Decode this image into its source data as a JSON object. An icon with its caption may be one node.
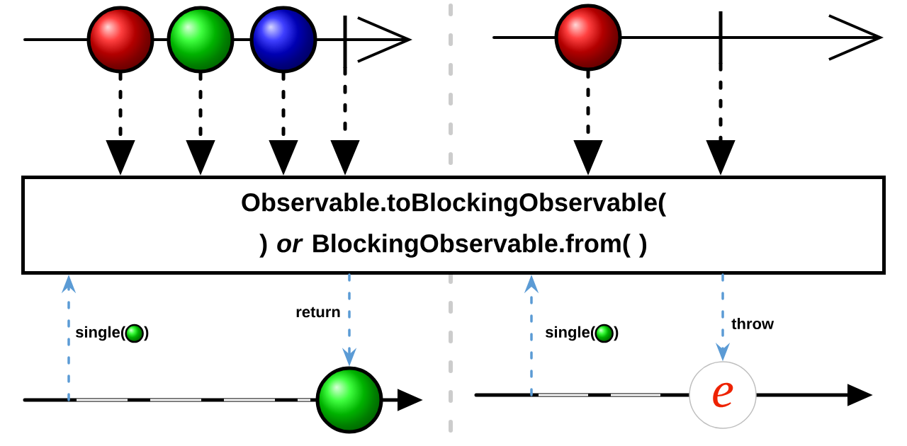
{
  "diagram": {
    "nodes": [
      {
        "text": [],
        "shape": "circle"
      },
      {
        "text": [],
        "shape": "circle"
      },
      {
        "text": [],
        "shape": "circle"
      },
      {
        "text": [],
        "shape": "bar"
      },
      {
        "text": [],
        "shape": "circle"
      },
      {
        "text": [],
        "shape": "bar"
      },
      {
        "text": [
          "Observable.toBlockingObservable( ) *or* BlockingObservable.from( )"
        ]
      },
      {
        "text": [],
        "shape": "circle"
      },
      {
        "text": [
          "e"
        ]
      }
    ],
    "edges": [
      {
        "from": 0,
        "to": 6,
        "arrow": "to",
        "style": "dashed"
      },
      {
        "from": 1,
        "to": 6,
        "arrow": "to",
        "style": "dashed"
      },
      {
        "from": 2,
        "to": 6,
        "arrow": "to",
        "style": "dashed"
      },
      {
        "from": 3,
        "to": 6,
        "arrow": "to",
        "style": "dashed"
      },
      {
        "from": 4,
        "to": 6,
        "arrow": "to",
        "style": "dashed"
      },
      {
        "from": 5,
        "to": 6,
        "arrow": "to",
        "style": "dashed"
      },
      {
        "from": null,
        "to": 6,
        "arrow": "to",
        "style": "dashed",
        "color": "#5b9bd5",
        "label": "single( )"
      },
      {
        "from": 6,
        "to": 7,
        "arrow": "to",
        "style": "dashed",
        "color": "#5b9bd5",
        "label": "return"
      },
      {
        "from": null,
        "to": 6,
        "arrow": "to",
        "style": "dashed",
        "color": "#5b9bd5",
        "label": "single( )"
      },
      {
        "from": 6,
        "to": 8,
        "arrow": "to",
        "style": "dashed",
        "color": "#5b9bd5",
        "label": "throw"
      }
    ]
  }
}
